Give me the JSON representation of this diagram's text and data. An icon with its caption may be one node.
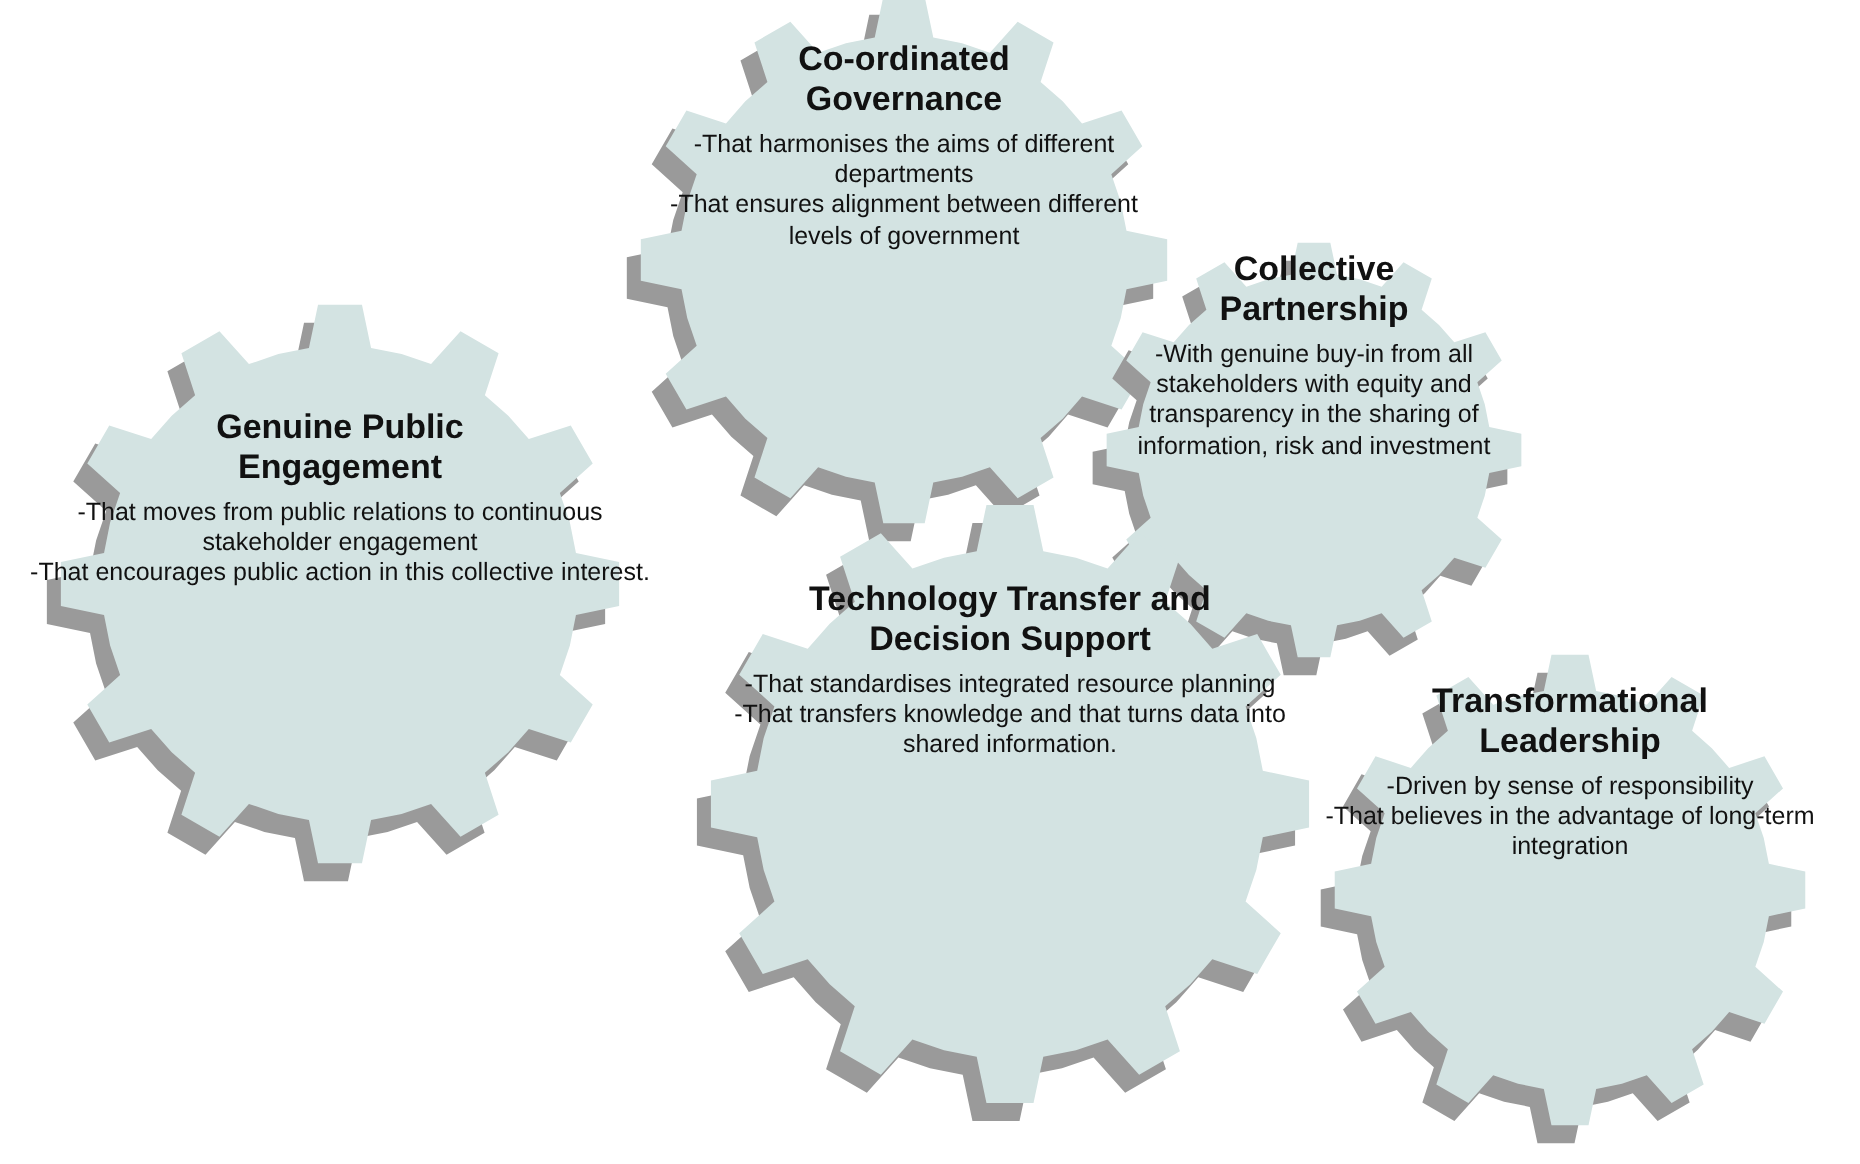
{
  "diagram": {
    "nodes": [
      {
        "text": [
          "Co-ordinated Governance",
          "-That harmonises the aims of different departments",
          "-That ensures alignment between different levels of government"
        ]
      },
      {
        "text": [
          "Collective Partnership",
          "-With genuine buy-in from all stakeholders with equity and transparency in the sharing of information, risk and investment"
        ]
      },
      {
        "text": [
          "Genuine Public Engagement",
          "-That moves from public relations to continuous stakeholder engagement",
          "-That encourages public action in this collective interest."
        ]
      },
      {
        "text": [
          "Technology Transfer and Decision Support",
          "-That standardises integrated resource planning",
          "-That transfers knowledge and that turns data into shared information."
        ]
      },
      {
        "text": [
          "Transformational Leadership",
          "-Driven by sense of responsibility",
          "-That believes in the advantage of long-term integration"
        ]
      }
    ]
  }
}
